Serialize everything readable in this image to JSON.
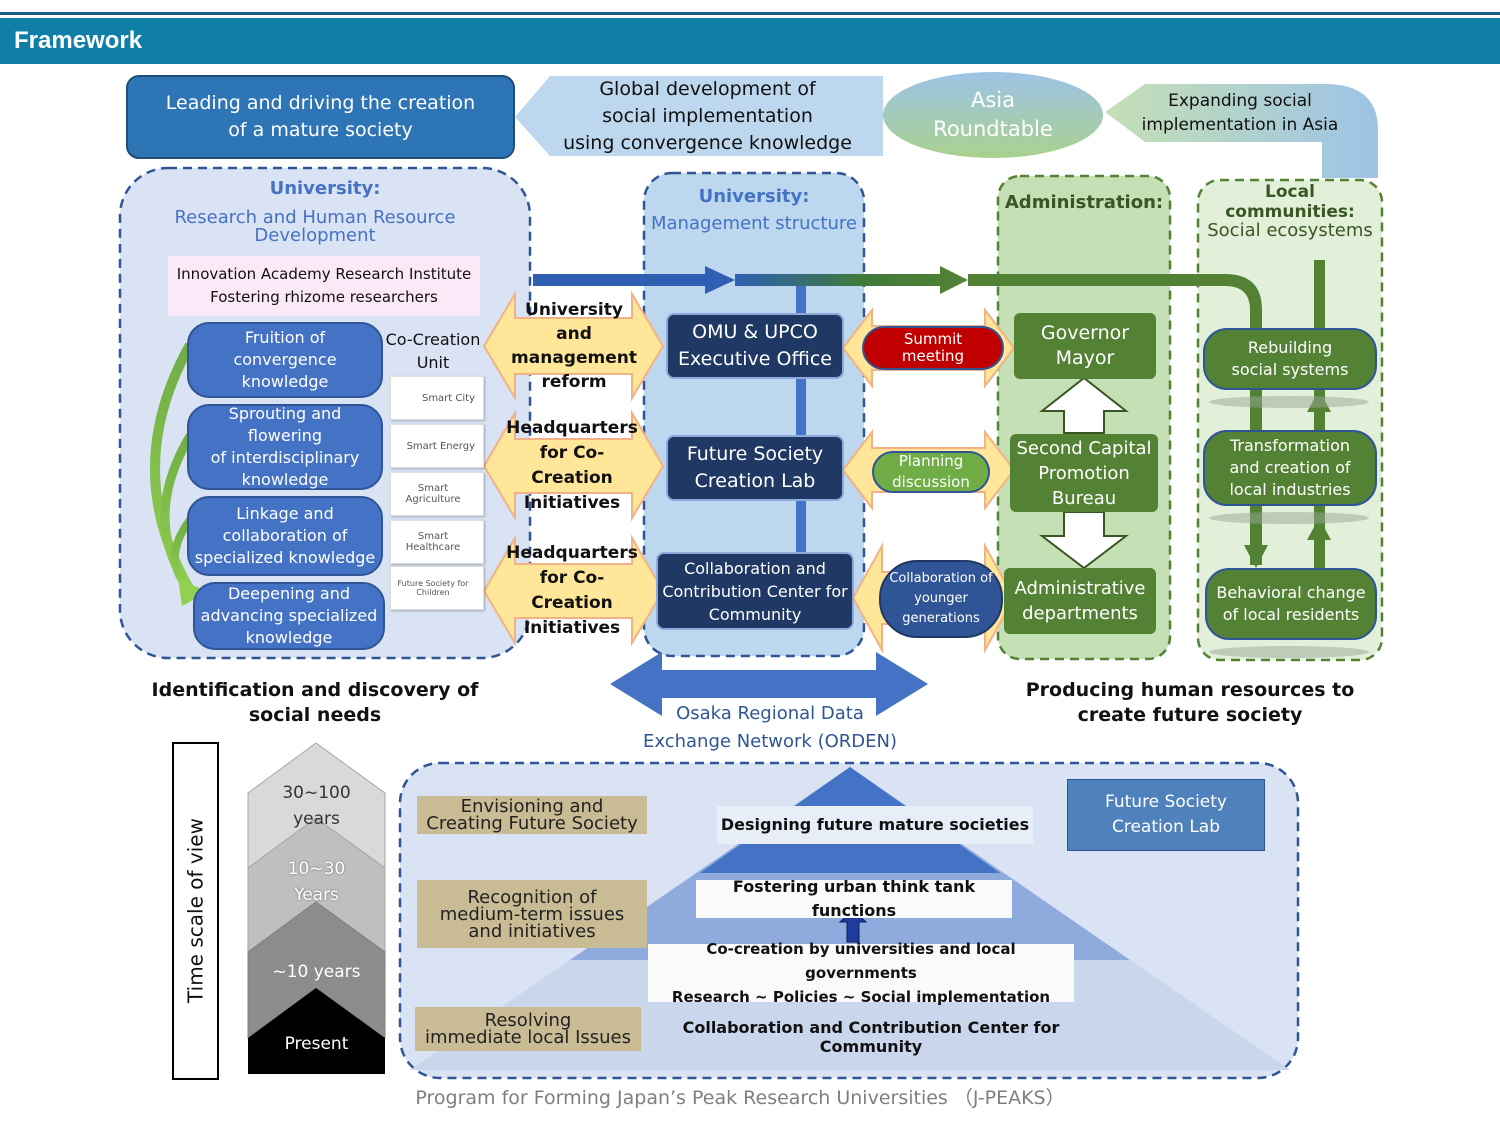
{
  "header": {
    "title": "Framework"
  },
  "top": {
    "leading": "Leading and driving the creation\nof a mature society",
    "global": "Global development of\nsocial implementation\nusing convergence knowledge",
    "asia": "Asia\nRoundtable",
    "expanding": "Expanding social\nimplementation in Asia"
  },
  "univ_research": {
    "title": "University:",
    "subtitle": "Research and Human Resource\nDevelopment",
    "institute": "Innovation Academy Research Institute\nFostering rhizome researchers",
    "unit_label": "Co-Creation\nUnit",
    "pills": [
      "Fruition of\nconvergence\nknowledge",
      "Sprouting and\nflowering\nof interdisciplinary\nknowledge",
      "Linkage and\ncollaboration of\nspecialized knowledge",
      "Deepening and\nadvancing specialized\nknowledge"
    ],
    "cards": [
      "Smart City",
      "Smart Energy",
      "Smart Agriculture",
      "Smart Healthcare",
      "Future Society for Children"
    ]
  },
  "arrows_left": [
    "University and\nmanagement\nreform",
    "Headquarters\nfor Co-Creation\nInitiatives",
    "Headquarters\nfor Co-Creation\nInitiatives"
  ],
  "univ_mgmt": {
    "title": "University:",
    "subtitle": "Management structure",
    "boxes": [
      "OMU & UPCO\nExecutive Office",
      "Future Society\nCreation Lab",
      "Collaboration and\nContribution Center for\nCommunity"
    ]
  },
  "arrows_right": [
    {
      "label": "Summit\nmeeting",
      "color": "#c00000"
    },
    {
      "label": "Planning\ndiscussion",
      "color": "#70ad47"
    },
    {
      "label": "Collaboration of\nyounger\ngenerations",
      "color": "#2f5597"
    }
  ],
  "admin": {
    "title": "Administration:",
    "boxes": [
      "Governor\nMayor",
      "Second Capital\nPromotion\nBureau",
      "Administrative\ndepartments"
    ]
  },
  "local": {
    "title": "Local communities:",
    "subtitle": "Social ecosystems",
    "pills": [
      "Rebuilding\nsocial systems",
      "Transformation\nand creation of\nlocal industries",
      "Behavioral change\nof local residents"
    ]
  },
  "captions": {
    "left": "Identification and discovery of\nsocial needs",
    "right": "Producing human resources to\ncreate future society",
    "orden": "Osaka Regional Data\nExchange Network (ORDEN)"
  },
  "timescale": {
    "label": "Time scale of view",
    "levels": [
      "30~100\nyears",
      "10~30\nYears",
      "~10 years",
      "Present"
    ]
  },
  "pyramid": {
    "tan_labels": [
      "Envisioning and\nCreating Future Society",
      "Recognition of\nmedium-term issues\nand initiatives",
      "Resolving\nimmediate local Issues"
    ],
    "lab": "Future Society\nCreation Lab",
    "layers": [
      "Designing future mature societies",
      "Fostering urban think tank functions",
      "Co-creation by universities and local governments\nResearch ~ Policies ~ Social implementation",
      "Collaboration and Contribution Center for Community"
    ]
  },
  "footer": "Program for Forming Japan’s Peak Research Universities （J-PEAKS）"
}
